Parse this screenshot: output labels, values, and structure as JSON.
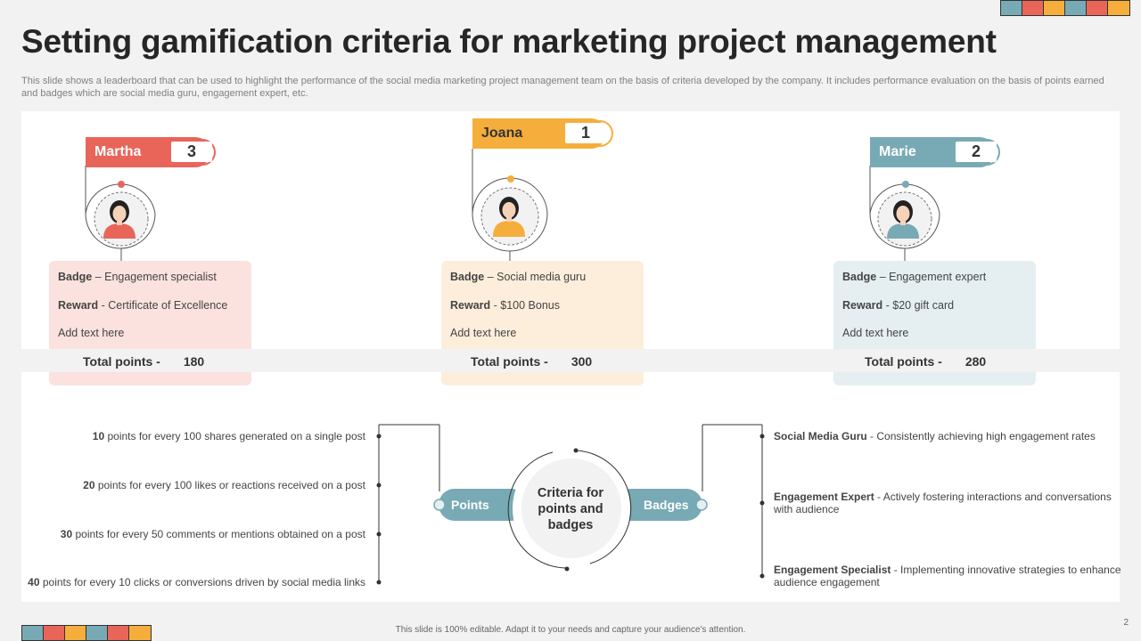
{
  "header": {
    "title": "Setting gamification criteria for marketing project management",
    "subtitle": "This slide shows a leaderboard that can be used to highlight the performance of the social media marketing project management team on the basis of criteria developed by the company. It includes performance evaluation on the basis of points earned and badges which are social media guru, engagement expert, etc."
  },
  "colors": {
    "red": "#e9655a",
    "orange": "#f5ae3b",
    "teal": "#78aab5",
    "red_light": "#fbe2df",
    "orange_light": "#fdeedb",
    "teal_light": "#e5eff1"
  },
  "strip_colors": [
    "#78aab5",
    "#e9655a",
    "#f5ae3b",
    "#78aab5",
    "#e9655a",
    "#f5ae3b"
  ],
  "leaders": {
    "martha": {
      "name": "Martha",
      "rank": "3",
      "badge_label": "Badge",
      "badge_value": "– Engagement  specialist",
      "reward_label": "Reward",
      "reward_value": "- Certificate  of Excellence",
      "note": "Add text here",
      "total_label": "Total points -",
      "total_value": "180"
    },
    "joana": {
      "name": "Joana",
      "rank": "1",
      "badge_label": "Badge",
      "badge_value": "– Social media guru",
      "reward_label": "Reward",
      "reward_value": "- $100  Bonus",
      "note": "Add text here",
      "total_label": "Total points -",
      "total_value": "300"
    },
    "marie": {
      "name": "Marie",
      "rank": "2",
      "badge_label": "Badge",
      "badge_value": "– Engagement  expert",
      "reward_label": "Reward",
      "reward_value": "- $20  gift card",
      "note": "Add text here",
      "total_label": "Total points -",
      "total_value": "280"
    }
  },
  "criteria": {
    "center": "Criteria for points and badges",
    "points_label": "Points",
    "badges_label": "Badges",
    "points": [
      {
        "num": "10",
        "text": " points for every  100 shares generated on a single post"
      },
      {
        "num": "20",
        "text": " points for every  100 likes or reactions received on a post"
      },
      {
        "num": "30",
        "text": " points for every  50 comments or mentions obtained on a post"
      },
      {
        "num": "40",
        "text": " points for every  10 clicks or conversions driven by  social media links"
      }
    ],
    "badges": [
      {
        "name": "Social Media Guru",
        "text": " - Consistently achieving high engagement rates"
      },
      {
        "name": "Engagement Expert",
        "text": " - Actively  fostering interactions and conversations with audience"
      },
      {
        "name": "Engagement Specialist",
        "text": " - Implementing innovative strategies to enhance audience engagement"
      }
    ]
  },
  "footer": {
    "note": "This slide is 100% editable.  Adapt it to your needs and capture your audience's attention.",
    "page": "2"
  }
}
